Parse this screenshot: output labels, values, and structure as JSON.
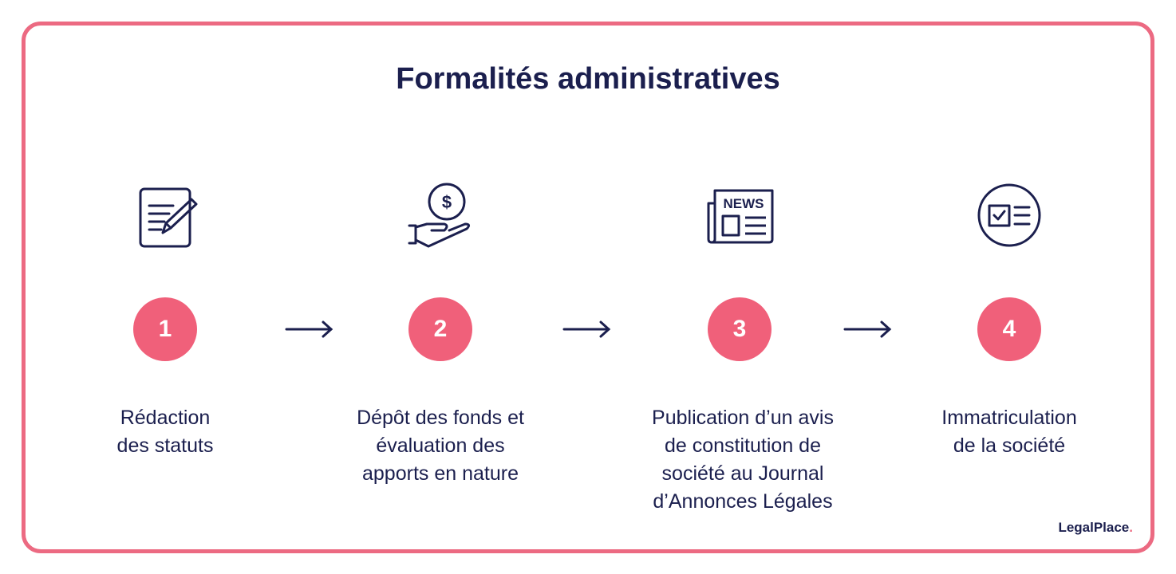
{
  "title": "Formalités administratives",
  "steps": [
    {
      "number": "1",
      "icon": "document-pencil-icon",
      "lines": [
        "Rédaction",
        "des statuts"
      ]
    },
    {
      "number": "2",
      "icon": "hand-coin-icon",
      "lines": [
        "Dépôt des fonds et",
        "évaluation des",
        "apports en nature"
      ]
    },
    {
      "number": "3",
      "icon": "newspaper-icon",
      "news_text": "NEWS",
      "lines": [
        "Publication d’un avis",
        "de constitution de",
        "société au Journal",
        "d’Annonces Légales"
      ]
    },
    {
      "number": "4",
      "icon": "checklist-circle-icon",
      "lines": [
        "Immatriculation",
        "de la société"
      ]
    }
  ],
  "logo": {
    "text": "LegalPlace",
    "dot": "."
  },
  "colors": {
    "accent": "#ec6a82",
    "navy": "#1b1f4e"
  }
}
